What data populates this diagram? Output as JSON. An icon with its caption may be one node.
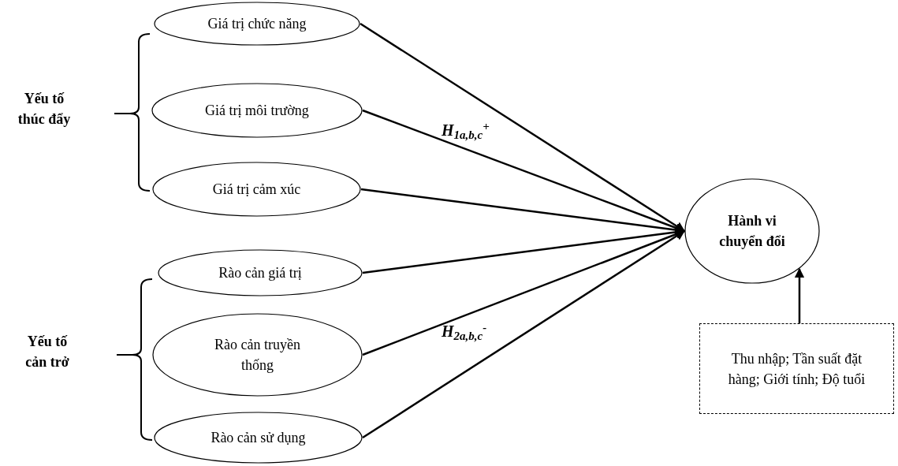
{
  "diagram": {
    "nodes": [
      {
        "text": [
          "Giá trị chức năng"
        ]
      },
      {
        "text": [
          "Giá trị môi trường"
        ]
      },
      {
        "text": [
          "Giá trị cảm  xúc"
        ]
      },
      {
        "text": [
          "Rào cản giá trị"
        ]
      },
      {
        "text": [
          "Rào cản truyền thống"
        ]
      },
      {
        "text": [
          "Rào cản sử dụng"
        ]
      },
      {
        "text": [
          "Hành vi chuyển đổi"
        ]
      },
      {
        "text": [
          "Thu nhập; Tần suất đặt hàng; Giới tính; Độ tuổi"
        ]
      }
    ],
    "edges": [
      {
        "from": 0,
        "to": 6,
        "arrow": "to"
      },
      {
        "from": 1,
        "to": 6,
        "arrow": "to"
      },
      {
        "from": 2,
        "to": 6,
        "arrow": "to"
      },
      {
        "from": 3,
        "to": 6,
        "arrow": "to"
      },
      {
        "from": 4,
        "to": 6,
        "arrow": "to"
      },
      {
        "from": 5,
        "to": 6,
        "arrow": "to"
      },
      {
        "from": 7,
        "to": 6,
        "arrow": "to"
      }
    ],
    "labels": [
      "Yếu tố thúc đẩy",
      "H$_{1a,b,c}$$^{+}$",
      "H$_{2a,b,c}$$^{-}$",
      "Yếu tố cản trở"
    ]
  }
}
